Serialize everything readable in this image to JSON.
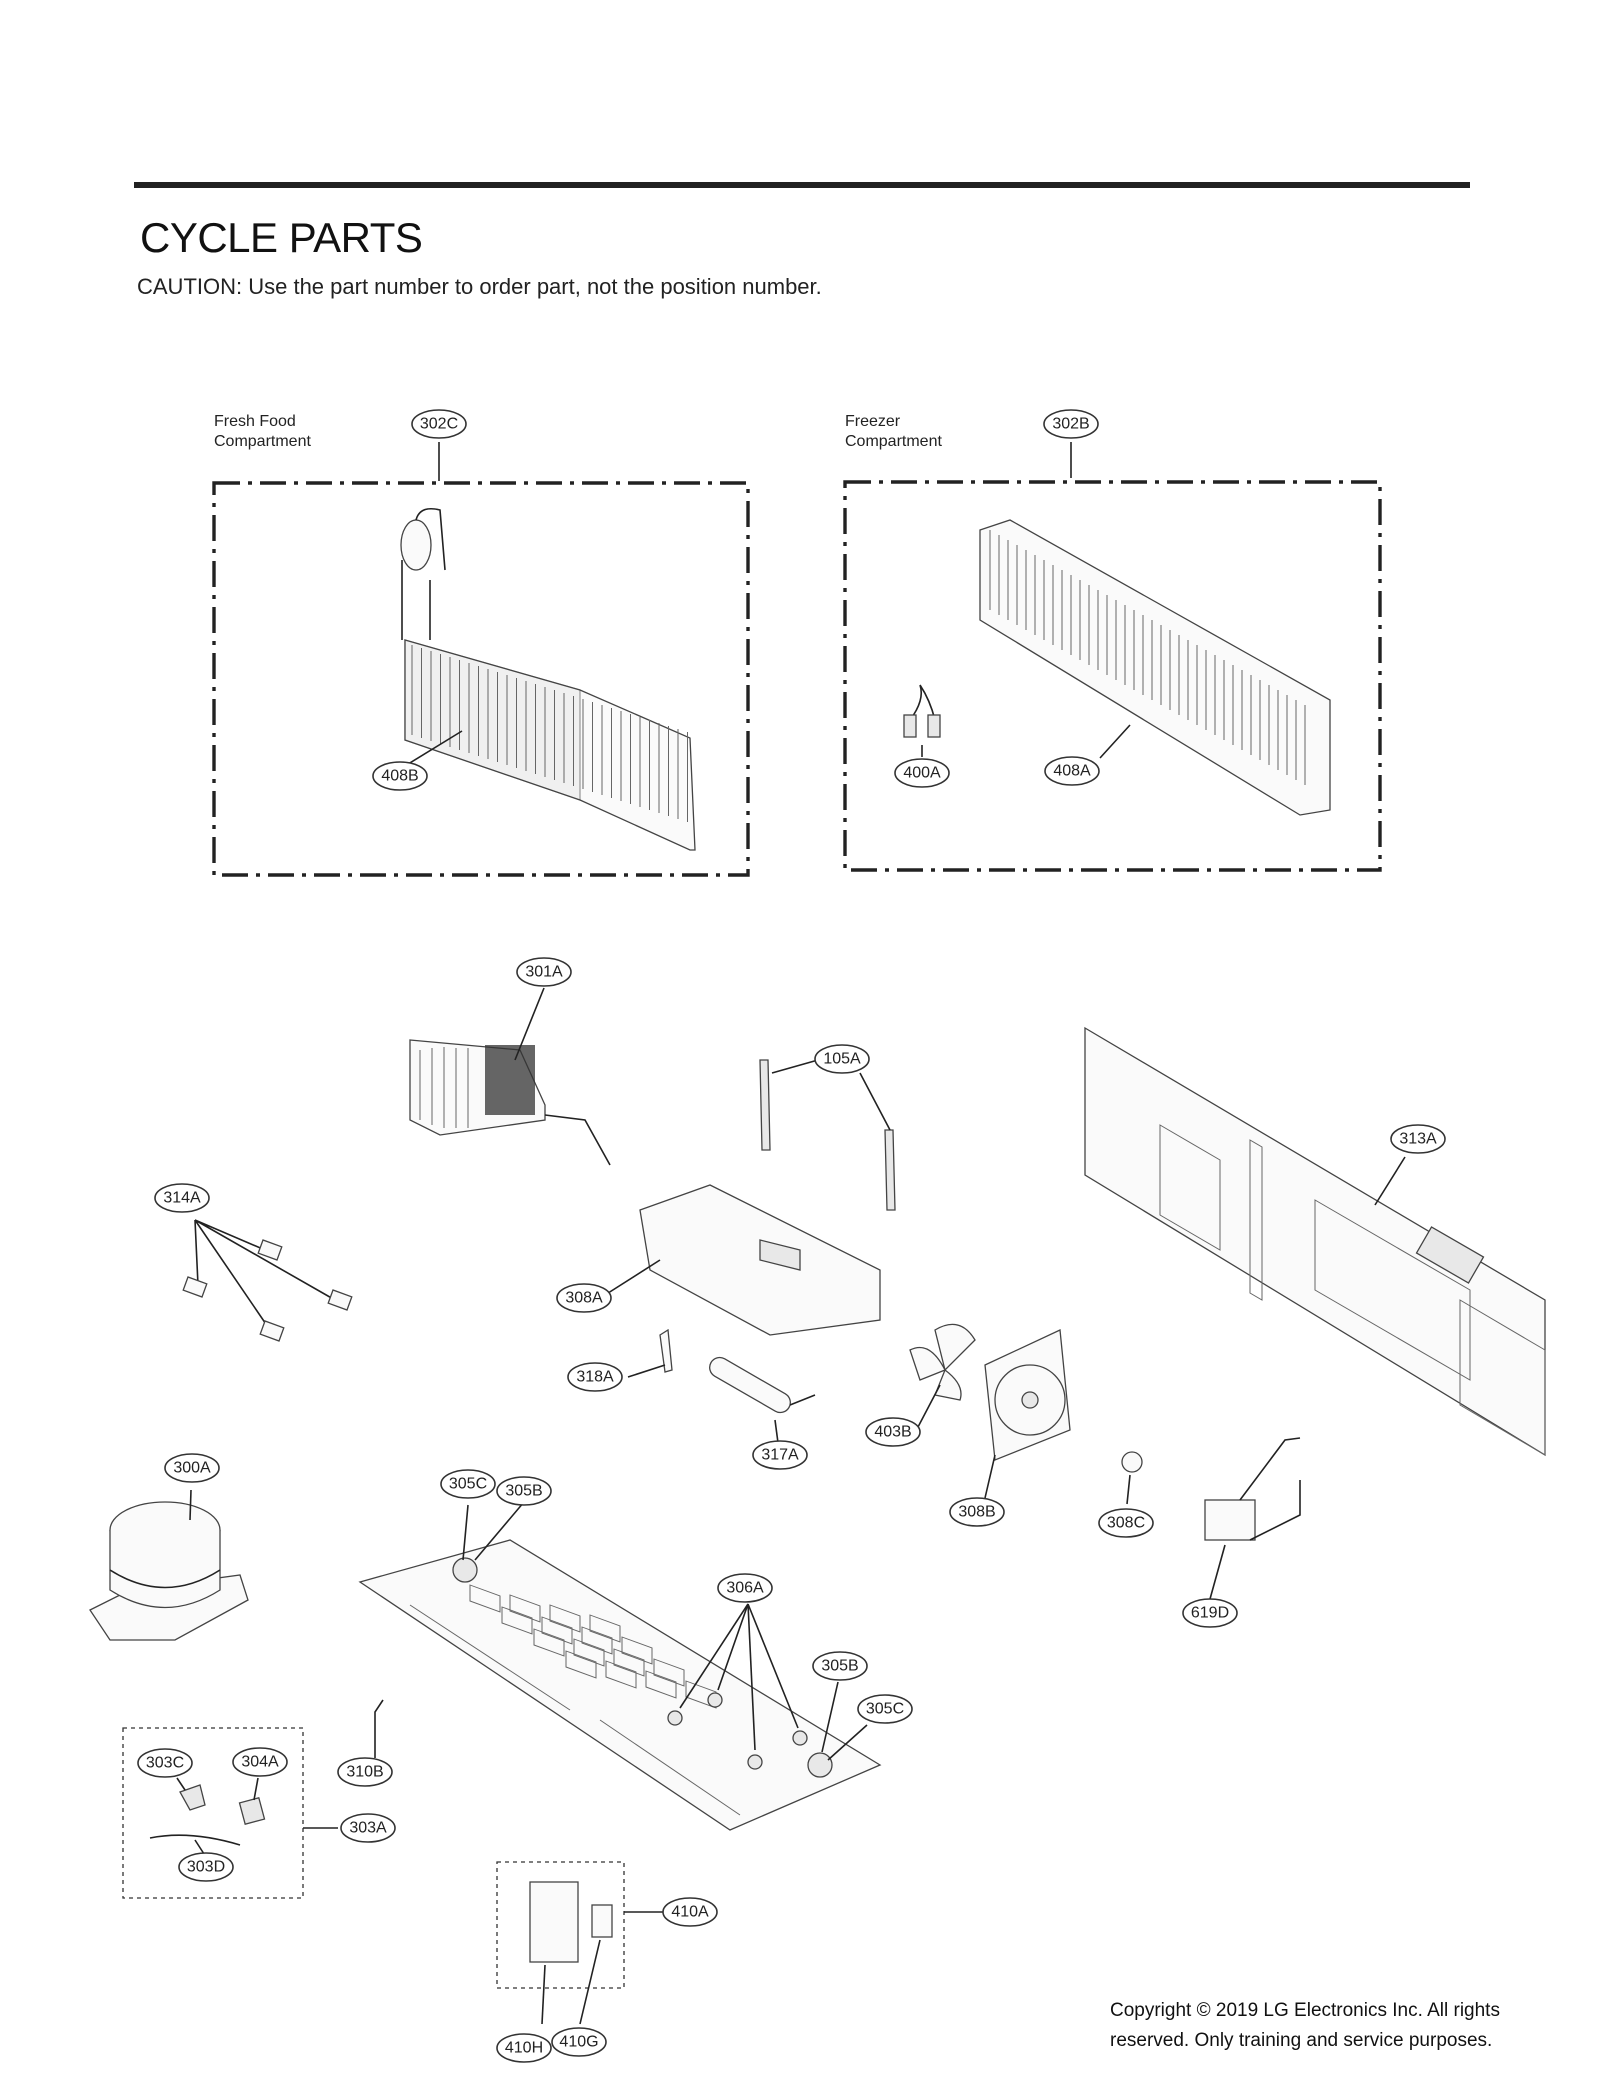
{
  "page": {
    "title": "CYCLE PARTS",
    "caution": "CAUTION: Use the part number to order part, not the position number.",
    "copyright": "Copyright © 2019  LG Electronics Inc. All rights reserved. Only training and service purposes."
  },
  "compartments": {
    "fresh_food": {
      "label_line1": "Fresh Food",
      "label_line2": "Compartment"
    },
    "freezer": {
      "label_line1": "Freezer",
      "label_line2": "Compartment"
    }
  },
  "callouts": {
    "c302C": "302C",
    "c302B": "302B",
    "c408B": "408B",
    "c400A": "400A",
    "c408A": "408A",
    "c301A": "301A",
    "c105A": "105A",
    "c313A": "313A",
    "c314A": "314A",
    "c308A": "308A",
    "c318A": "318A",
    "c403B": "403B",
    "c317A": "317A",
    "c300A": "300A",
    "c305C_top": "305C",
    "c305B_top": "305B",
    "c308B": "308B",
    "c308C": "308C",
    "c619D": "619D",
    "c306A": "306A",
    "c305B_bottom": "305B",
    "c305C_bottom": "305C",
    "c303C": "303C",
    "c304A": "304A",
    "c310B": "310B",
    "c303A": "303A",
    "c303D": "303D",
    "c410A": "410A",
    "c410H": "410H",
    "c410G": "410G"
  },
  "icons": {
    "evaporator": "fin-coil-evaporator-icon",
    "compressor": "compressor-icon",
    "fan": "fan-icon"
  }
}
